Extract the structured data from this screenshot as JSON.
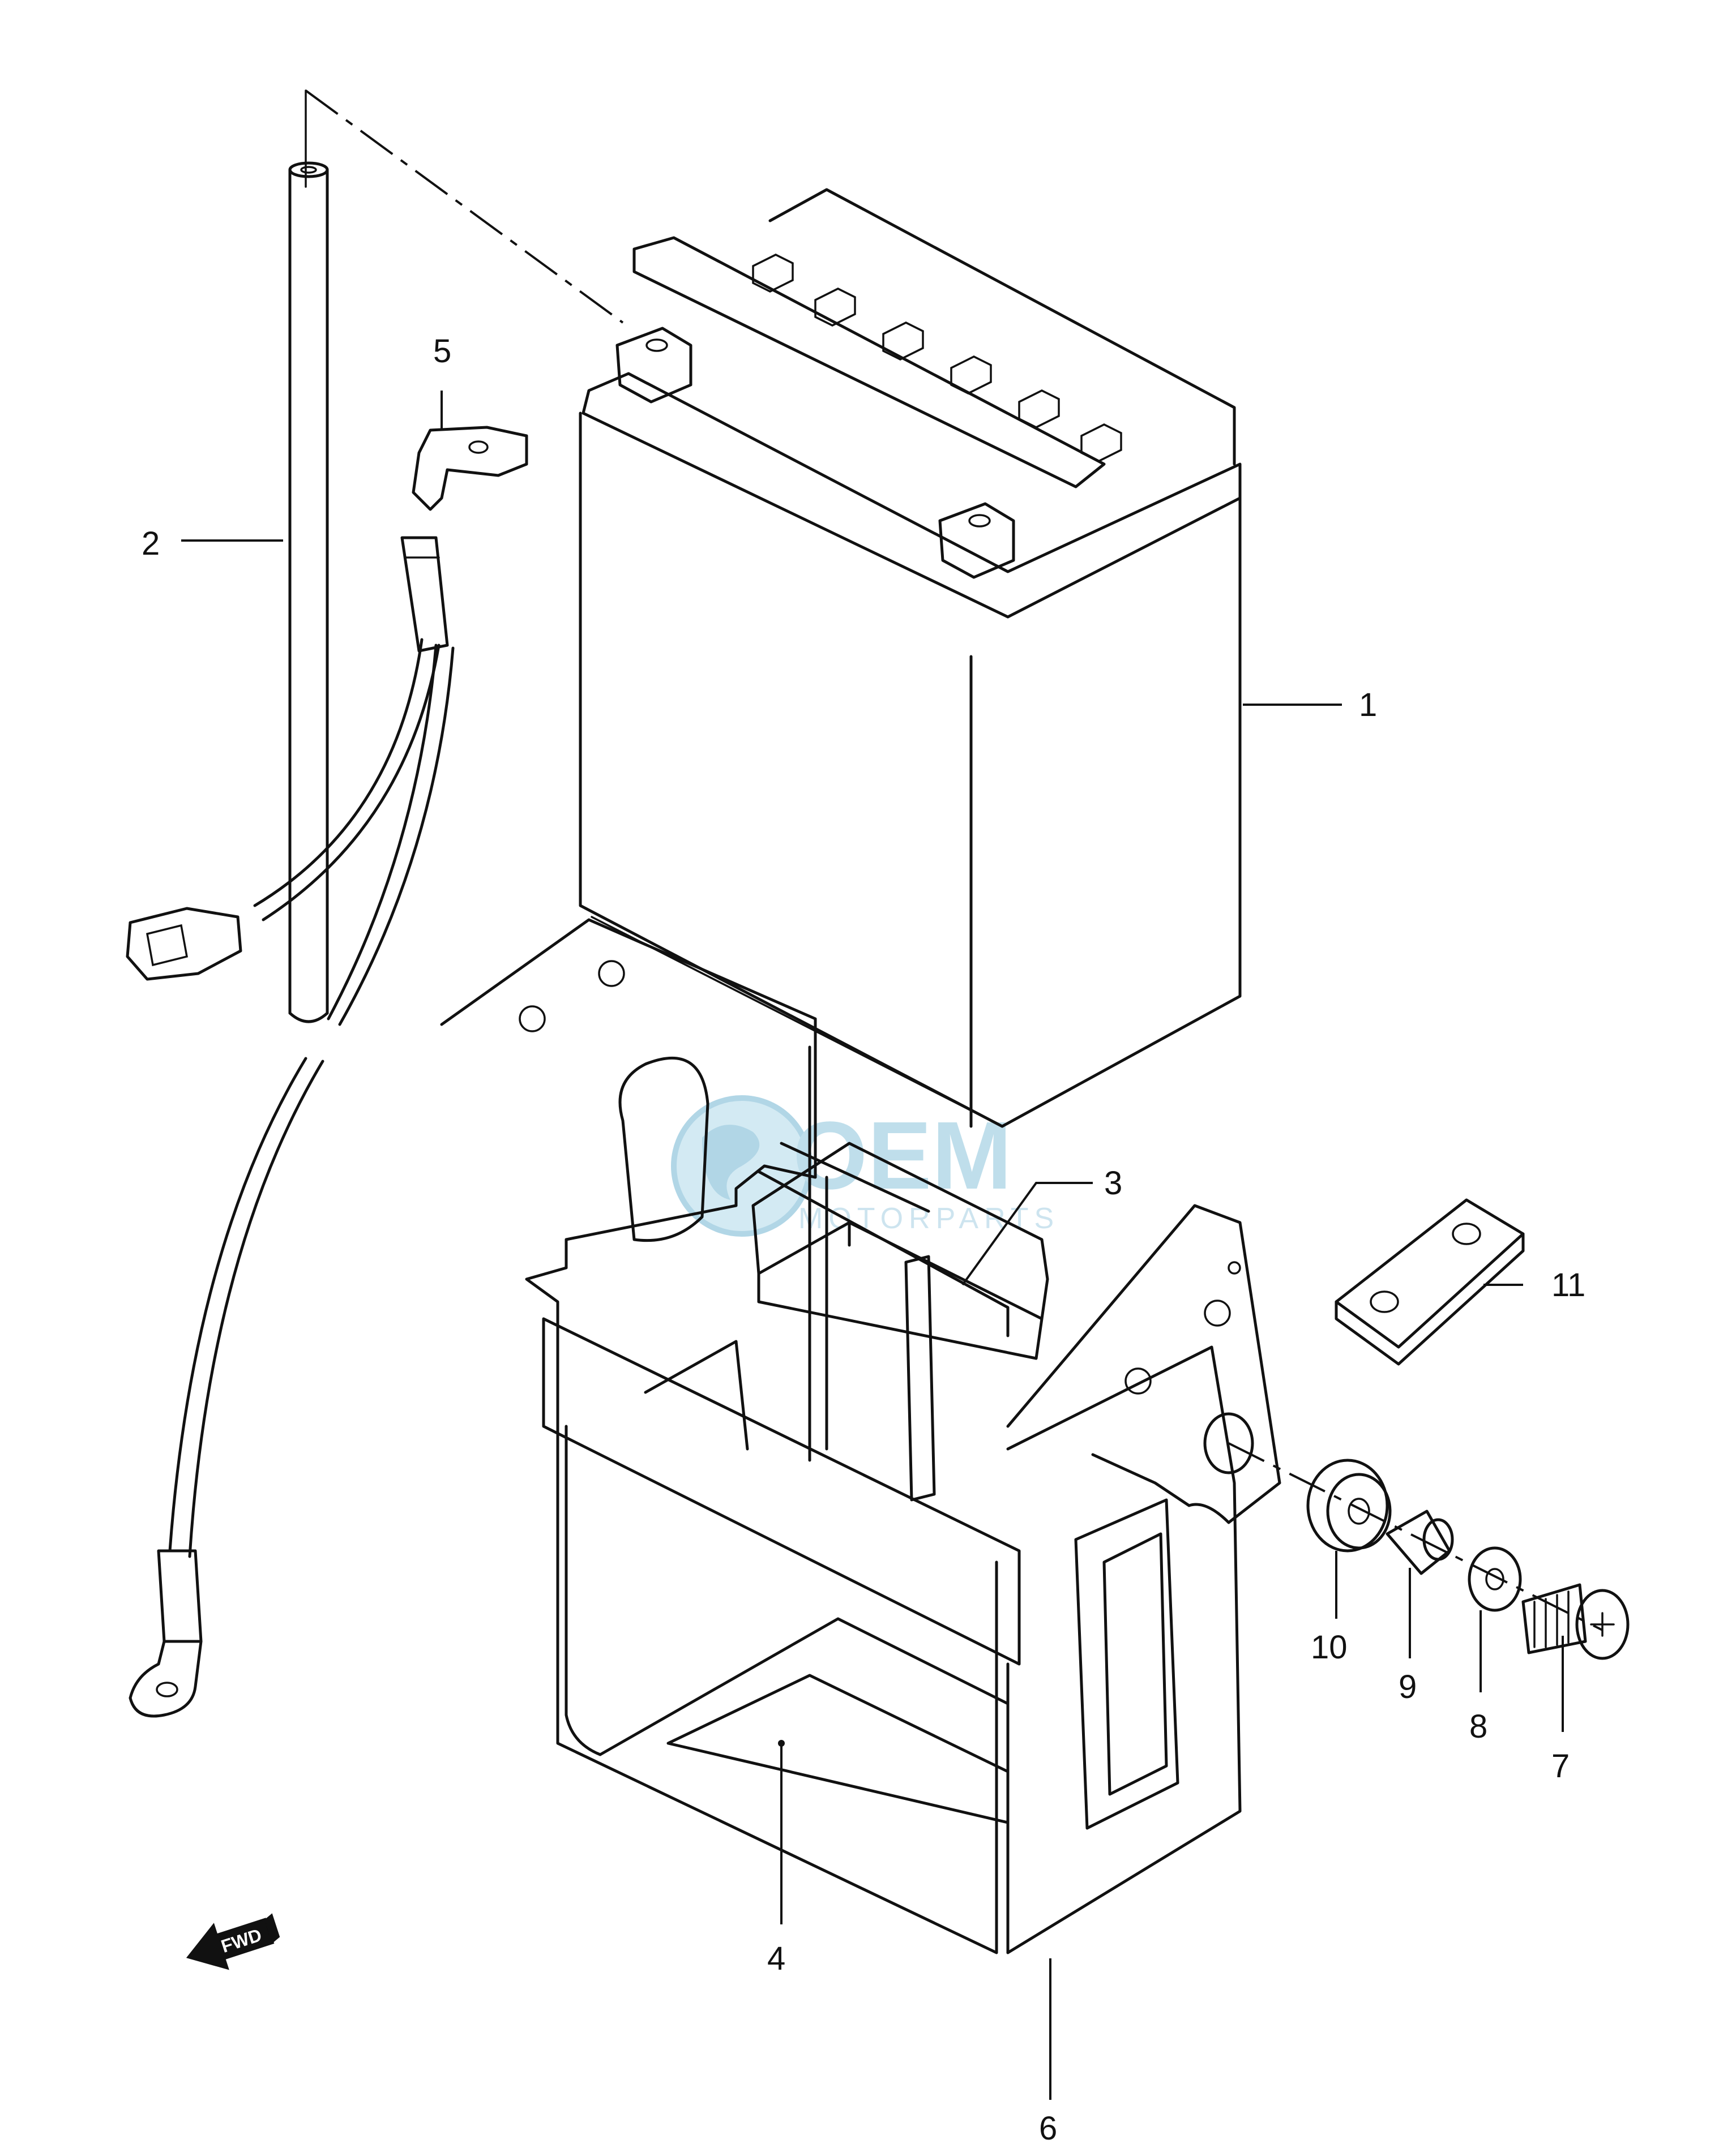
{
  "diagram": {
    "callouts": [
      {
        "id": "1"
      },
      {
        "id": "2"
      },
      {
        "id": "3"
      },
      {
        "id": "4"
      },
      {
        "id": "5"
      },
      {
        "id": "6"
      },
      {
        "id": "7"
      },
      {
        "id": "8"
      },
      {
        "id": "9"
      },
      {
        "id": "10"
      },
      {
        "id": "11"
      }
    ],
    "fwd_label": "FWD"
  },
  "watermark": {
    "brand": "OEM",
    "sub": "MOTORPARTS"
  }
}
